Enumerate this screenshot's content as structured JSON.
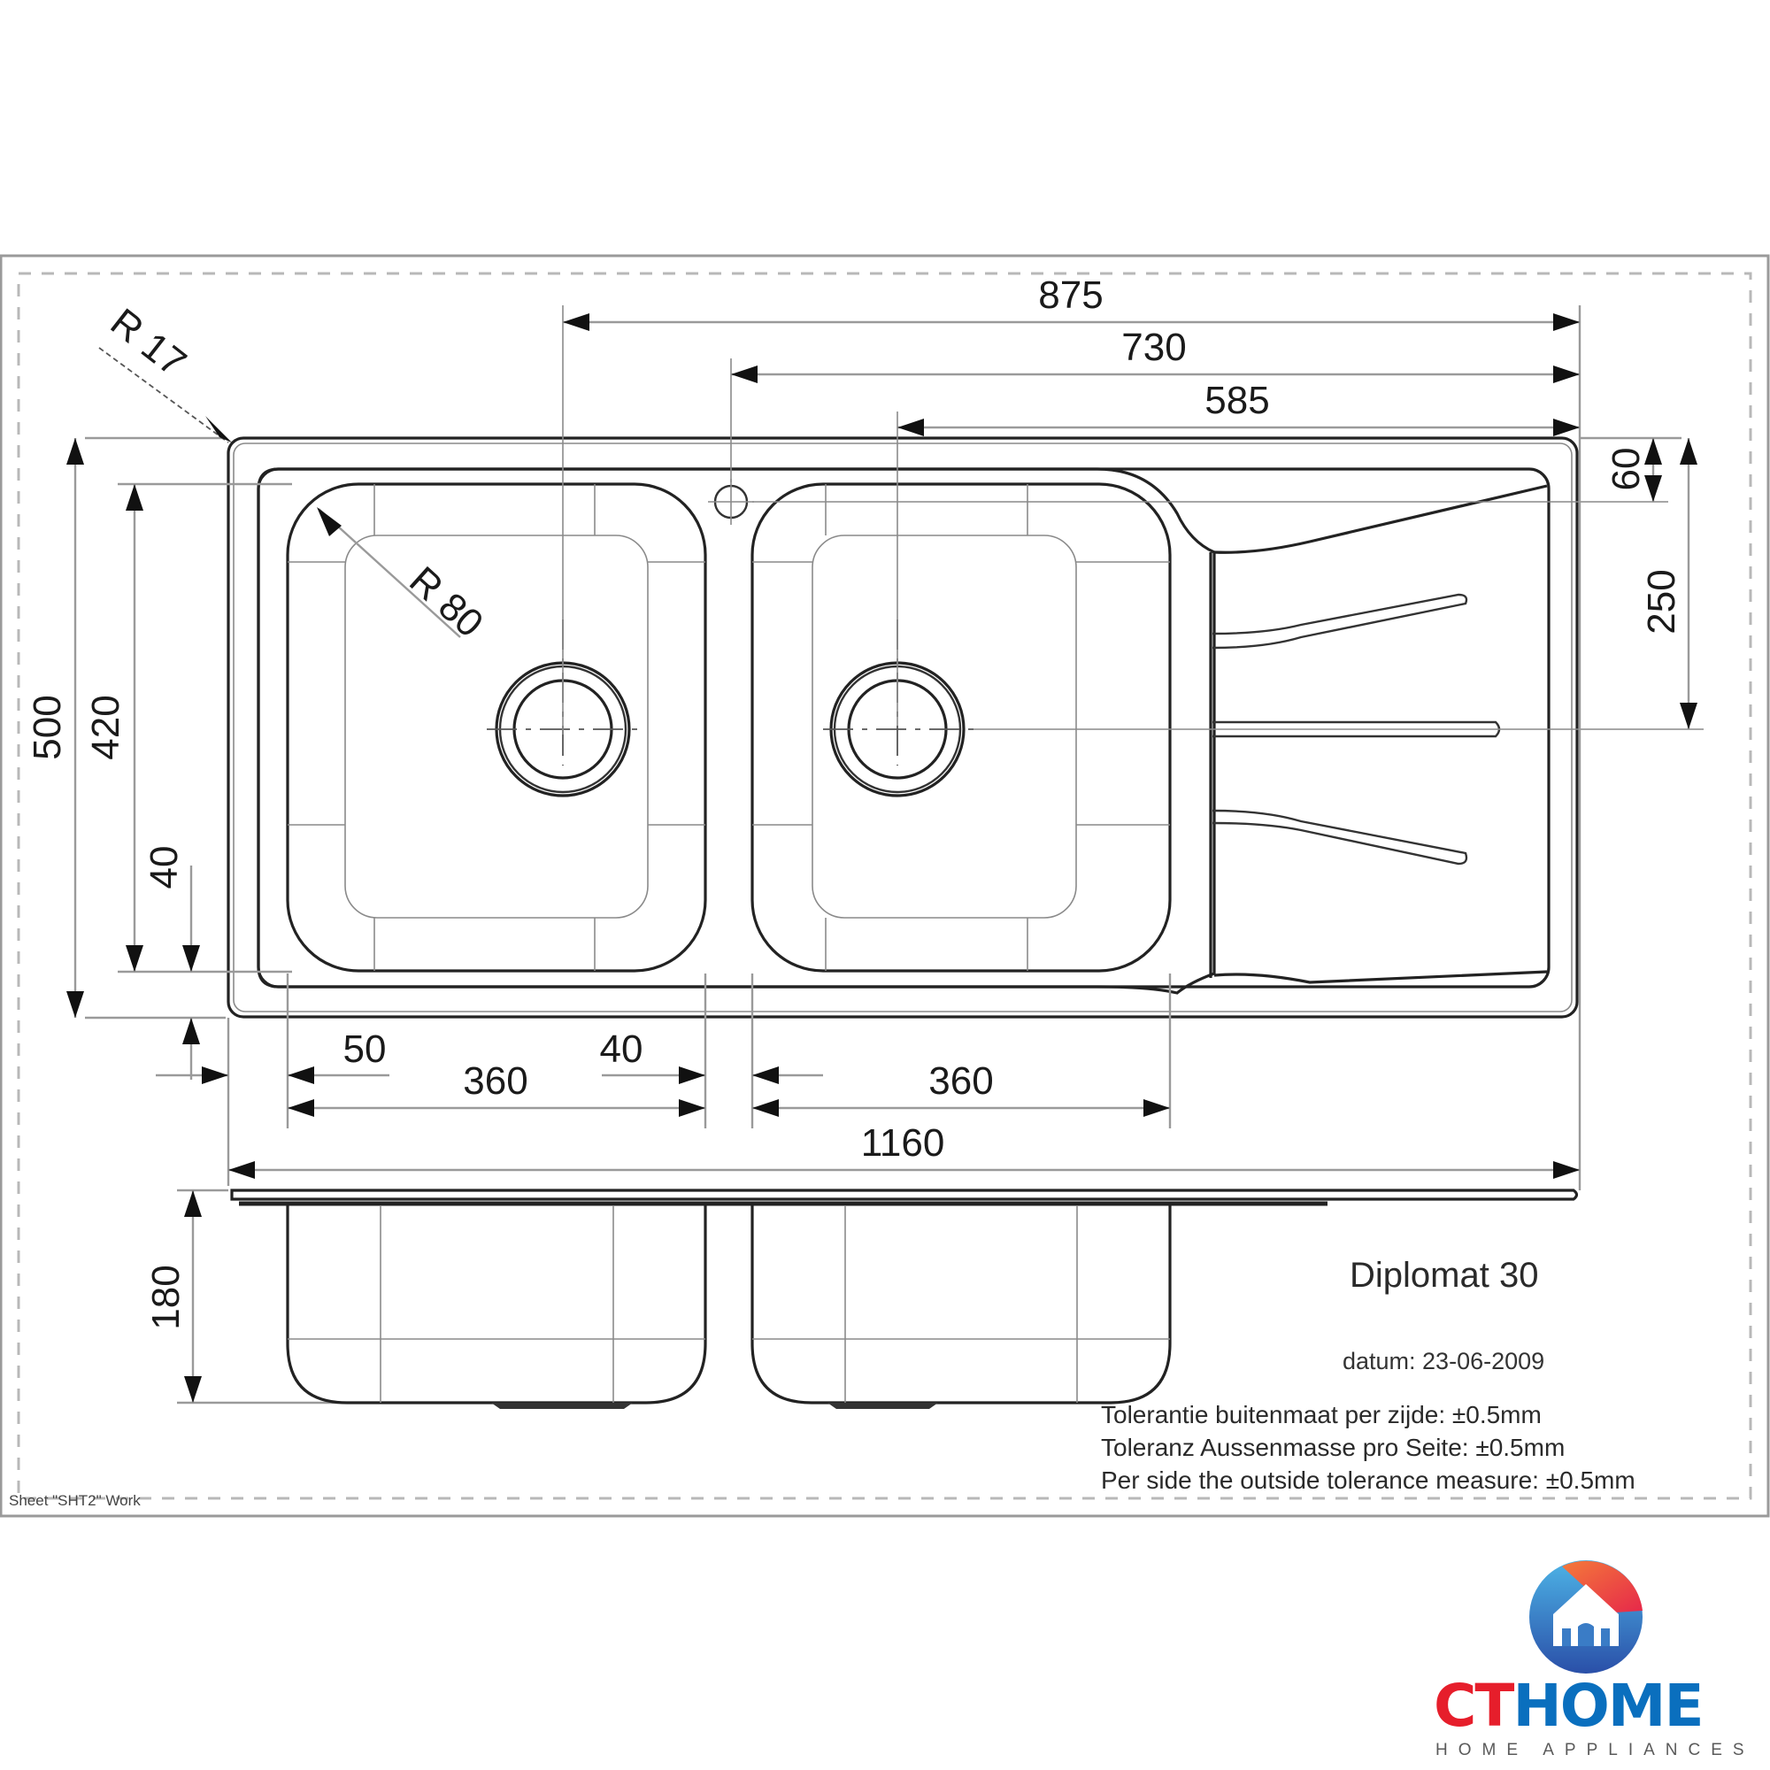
{
  "drawing": {
    "product_name": "Diplomat 30",
    "date_label": "datum: 23-06-2009",
    "sheet_label": "Sheet \"SHT2\" Work",
    "tolerances": [
      "Tolerantie buitenmaat per zijde: ±0.5mm",
      "Toleranz Aussenmasse pro Seite: ±0.5mm",
      "Per side the outside tolerance measure: ±0.5mm"
    ],
    "dimensions": {
      "overall_width": "1160",
      "overall_depth": "500",
      "bowl_depth_inner": "420",
      "bottom_offset": "40",
      "corner_radius_outer": "R 17",
      "corner_radius_bowl": "R 80",
      "drain1_from_right": "875",
      "taphole_from_right": "730",
      "drain2_from_right": "585",
      "taphole_from_top": "60",
      "drain_from_top": "250",
      "bowl1_width": "360",
      "bowl2_width": "360",
      "bowl1_left_offset": "50",
      "bowl_gap": "40",
      "bowl_height": "180"
    },
    "views": [
      "top-view",
      "side-view"
    ]
  },
  "brand": {
    "logo_ct": "CT",
    "logo_home": "HOME",
    "tagline": "HOME APPLIANCES",
    "colors": {
      "red": "#e61e2b",
      "blue": "#0a6fbe",
      "gray": "#5a5a5a"
    }
  }
}
